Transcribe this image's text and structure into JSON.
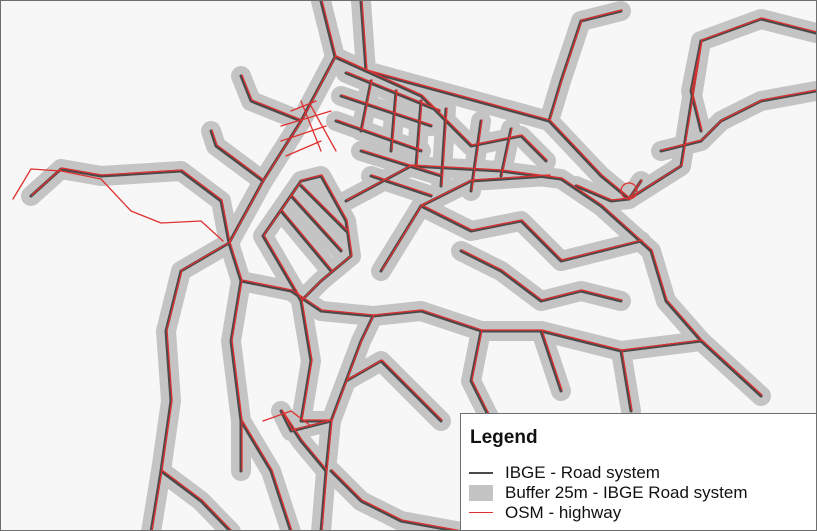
{
  "map": {
    "background": "#f7f7f7",
    "colors": {
      "buffer": "#c4c4c4",
      "ibge_road": "#4a4a4a",
      "osm_highway": "#e03030"
    }
  },
  "legend": {
    "title": "Legend",
    "items": [
      {
        "label": "IBGE - Road system",
        "symbol": "line",
        "color": "#4a4a4a"
      },
      {
        "label": "Buffer 25m - IBGE Road system",
        "symbol": "fill",
        "color": "#c4c4c4"
      },
      {
        "label": "OSM - highway",
        "symbol": "line",
        "color": "#e03030"
      }
    ]
  }
}
